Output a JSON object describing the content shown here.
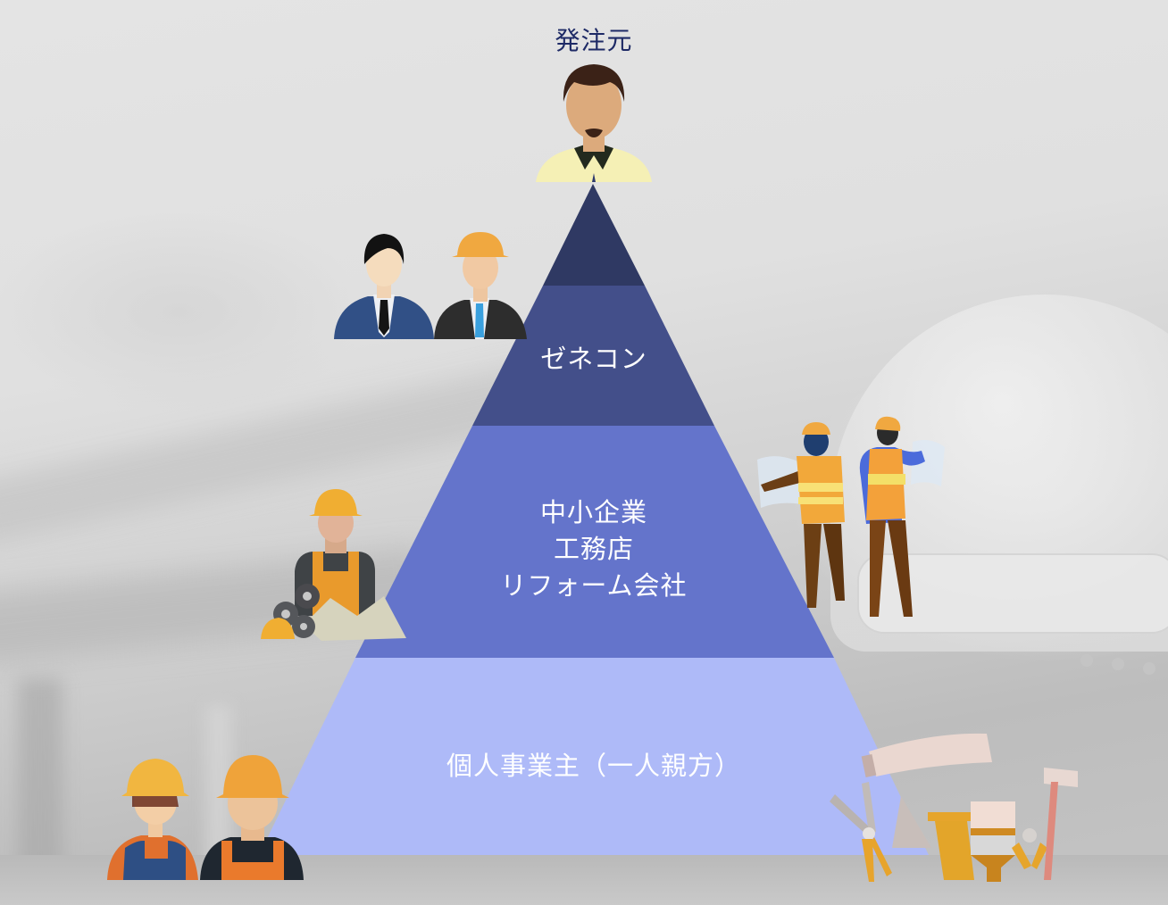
{
  "diagram": {
    "type": "pyramid",
    "title": "発注元",
    "layers": [
      {
        "label": "",
        "color": "#2f3963",
        "role": "apex"
      },
      {
        "label": "ゼネコン",
        "color": "#434f8a"
      },
      {
        "label_lines": [
          "中小企業",
          "工務店",
          "リフォーム会社"
        ],
        "color": "#6474cb"
      },
      {
        "label": "個人事業主（一人親方）",
        "color": "#aebaf8"
      }
    ],
    "illustrations": [
      {
        "name": "client-person",
        "position": "top"
      },
      {
        "name": "businessmen-pair",
        "position": "left-of-genecon"
      },
      {
        "name": "worker-with-gears",
        "position": "left-of-sme"
      },
      {
        "name": "workers-with-blueprints",
        "position": "right-of-sme"
      },
      {
        "name": "workers-pair",
        "position": "bottom-left"
      },
      {
        "name": "tools-set",
        "position": "bottom-right"
      }
    ],
    "colors": {
      "title_text": "#1e2a66",
      "label_text": "#ffffff",
      "background": "#e2e2e2"
    }
  }
}
